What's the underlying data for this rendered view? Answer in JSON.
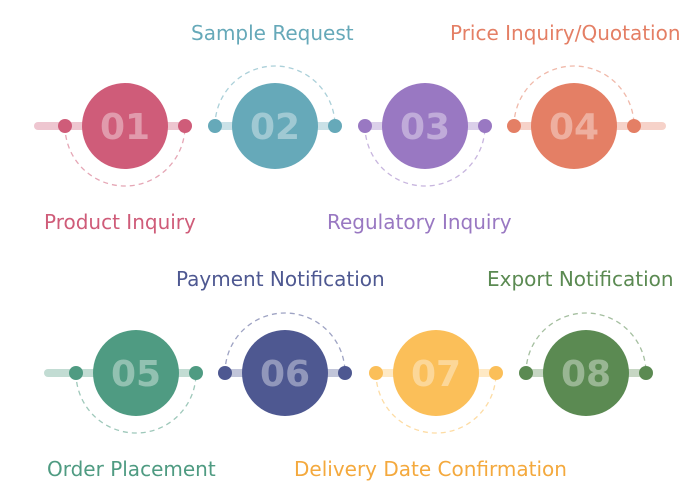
{
  "steps": [
    {
      "number": "01",
      "label": "Product Inquiry",
      "color": "#cf5c79"
    },
    {
      "number": "02",
      "label": "Sample Request",
      "color": "#66a9b9"
    },
    {
      "number": "03",
      "label": "Regulatory Inquiry",
      "color": "#9978c2"
    },
    {
      "number": "04",
      "label": "Price Inquiry/Quotation",
      "color": "#e47f65"
    },
    {
      "number": "05",
      "label": "Order Placement",
      "color": "#4f9b82"
    },
    {
      "number": "06",
      "label": "Payment Notification",
      "color": "#4e5891"
    },
    {
      "number": "07",
      "label": "Delivery Date Confirmation",
      "color": "#fbbf59"
    },
    {
      "number": "08",
      "label": "Export Notification",
      "color": "#5b8a52"
    }
  ]
}
